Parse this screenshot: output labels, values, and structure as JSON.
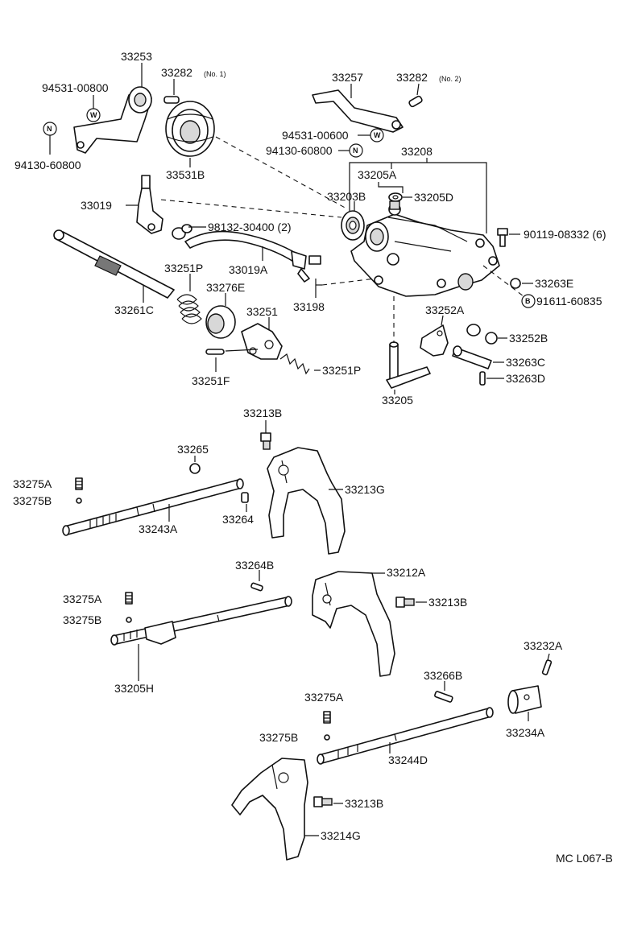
{
  "labels": {
    "p33253": "33253",
    "p33282_no1": "33282",
    "p33282_no1_note": "(No. 1)",
    "p94531_00800": "94531-00800",
    "p94130_60800_a": "94130-60800",
    "p33531b": "33531B",
    "p33257": "33257",
    "p33282_no2": "33282",
    "p33282_no2_note": "(No. 2)",
    "p94531_00600": "94531-00600",
    "p94130_60800_b": "94130-60800",
    "p33208": "33208",
    "p33205a": "33205A",
    "p33203b": "33203B",
    "p33205d": "33205D",
    "p33019": "33019",
    "p98132_30400": "98132-30400 (2)",
    "p90119_08332": "90119-08332 (6)",
    "p33251p_a": "33251P",
    "p33276e": "33276E",
    "p33019a": "33019A",
    "p33261c": "33261C",
    "p33251": "33251",
    "p33198": "33198",
    "p33263e": "33263E",
    "p91611_60835": "91611-60835",
    "p33252a": "33252A",
    "p33252b": "33252B",
    "p33263c": "33263C",
    "p33263d": "33263D",
    "p33251f": "33251F",
    "p33251p_b": "33251P",
    "p33205": "33205",
    "p33213b_a": "33213B",
    "p33265": "33265",
    "p33275a_a": "33275A",
    "p33275b_a": "33275B",
    "p33213g": "33213G",
    "p33264": "33264",
    "p33243a": "33243A",
    "p33264b": "33264B",
    "p33212a": "33212A",
    "p33275a_b": "33275A",
    "p33213b_b": "33213B",
    "p33275b_b": "33275B",
    "p33232a": "33232A",
    "p33205h": "33205H",
    "p33266b": "33266B",
    "p33275a_c": "33275A",
    "p33275b_c": "33275B",
    "p33234a": "33234A",
    "p33244d": "33244D",
    "p33213b_c": "33213B",
    "p33214g": "33214G",
    "footer_code": "MC L067-B"
  },
  "symbols": {
    "washer_letter": "W",
    "nut_letter": "N",
    "bolt_letter": "B"
  }
}
